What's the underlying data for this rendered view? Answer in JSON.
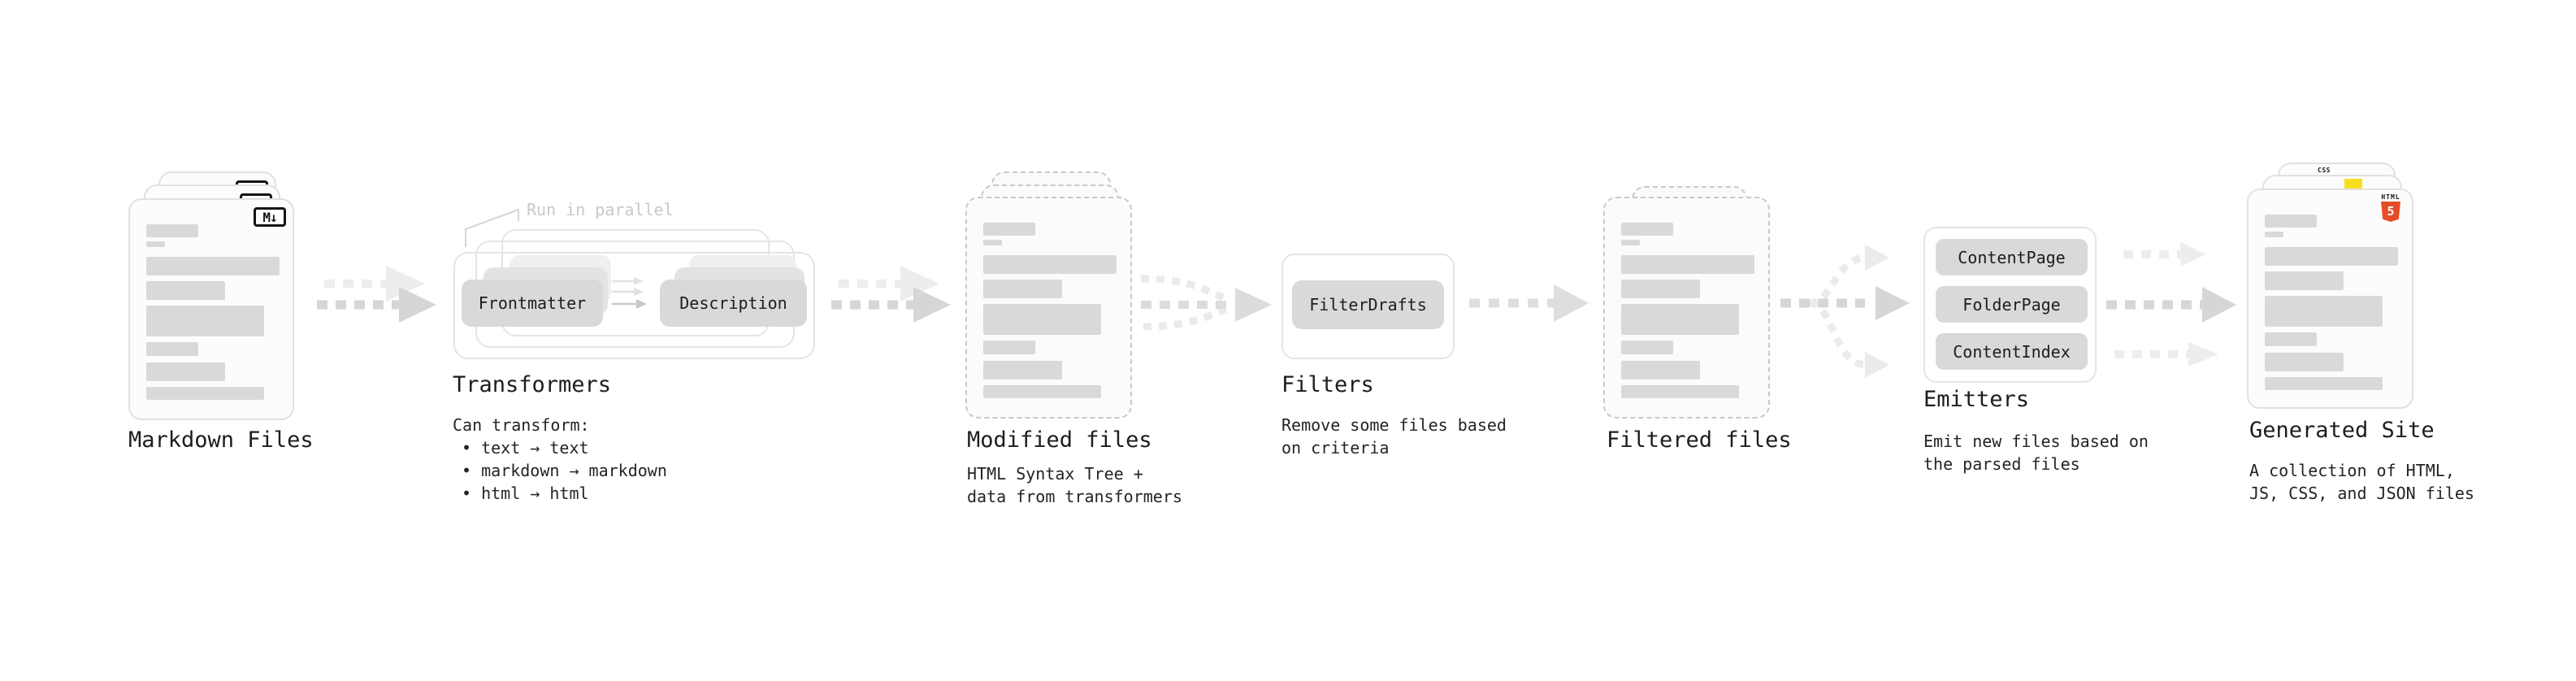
{
  "pipeline": {
    "markdown_files": {
      "title": "Markdown Files",
      "badge": "M↓"
    },
    "transformers": {
      "title": "Transformers",
      "note": "Run in parallel",
      "boxes": {
        "frontmatter": "Frontmatter",
        "description": "Description"
      },
      "caption_lines": [
        "Can transform:",
        "• text → text",
        "• markdown → markdown",
        "• html → html"
      ]
    },
    "modified_files": {
      "title": "Modified files",
      "caption_lines": [
        "HTML Syntax Tree +",
        "data from transformers"
      ]
    },
    "filters": {
      "title": "Filters",
      "boxes": {
        "filter_drafts": "FilterDrafts"
      },
      "caption_lines": [
        "Remove some files based",
        "on criteria"
      ]
    },
    "filtered_files": {
      "title": "Filtered files"
    },
    "emitters": {
      "title": "Emitters",
      "boxes": {
        "content_page": "ContentPage",
        "folder_page": "FolderPage",
        "content_index": "ContentIndex"
      },
      "caption_lines": [
        "Emit new files based on",
        "the parsed files"
      ]
    },
    "generated_site": {
      "title": "Generated Site",
      "caption_lines": [
        "A collection of HTML,",
        "JS, CSS, and JSON files"
      ],
      "badges": {
        "html_word": "HTML",
        "html_number": "5",
        "css_word": "CSS"
      }
    }
  },
  "colors": {
    "background": "#ffffff",
    "text_dark": "#1d1d1d",
    "note_muted": "#c9c9c9",
    "box_gray": "#d9d9d9",
    "doc_border_solid": "#e1e1e1",
    "doc_border_dashed": "#c9c9c9",
    "arrow_gray": "#d6d6d6",
    "arrow_light": "#ededed",
    "html5_orange": "#e44d26",
    "js_yellow": "#f7df1e",
    "css_blue": "#2d65f2"
  }
}
